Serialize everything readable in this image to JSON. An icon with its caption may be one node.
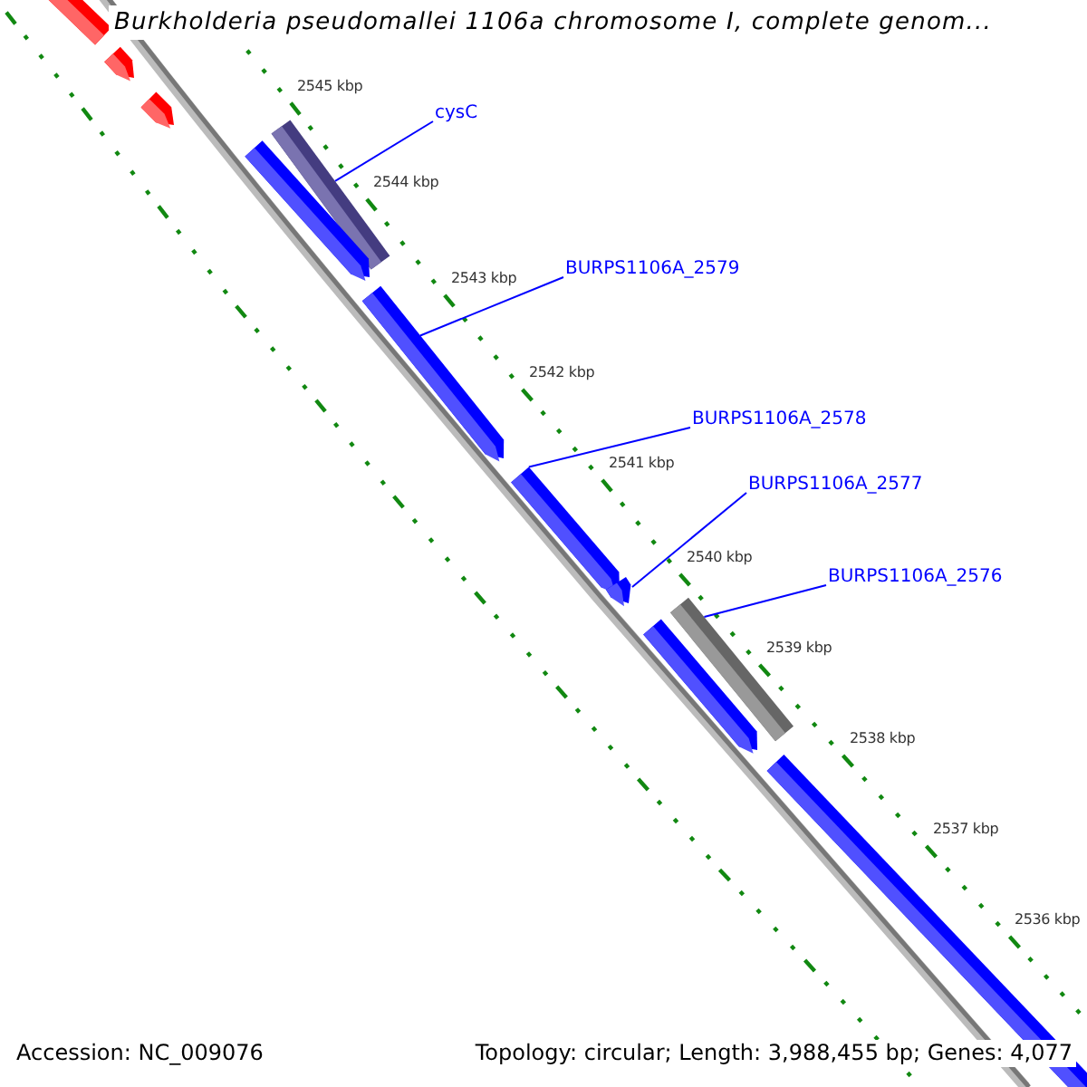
{
  "diagram": {
    "title": "Burkholderia pseudomallei 1106a chromosome I, complete genom...",
    "nodes": [
      {
        "text": [
          "cysC"
        ]
      },
      {
        "text": [
          "BURPS1106A_2579"
        ]
      },
      {
        "text": [
          "BURPS1106A_2578"
        ]
      },
      {
        "text": [
          "BURPS1106A_2577"
        ]
      },
      {
        "text": [
          "BURPS1106A_2576"
        ]
      },
      {
        "text": [],
        "shape": "bar"
      },
      {
        "text": [],
        "shape": "arrow"
      },
      {
        "text": [],
        "shape": "arrow"
      },
      {
        "text": [],
        "shape": "bar"
      },
      {
        "text": [],
        "shape": "arrow"
      },
      {
        "text": [],
        "shape": "arrow"
      },
      {
        "text": [],
        "shape": "arrow"
      },
      {
        "text": [],
        "shape": "arrow"
      },
      {
        "text": [],
        "shape": "bar"
      },
      {
        "text": [],
        "shape": "arrow"
      },
      {
        "text": [],
        "shape": "bar"
      }
    ],
    "edges": [
      {
        "from": 0,
        "to": 8,
        "arrow": "none"
      },
      {
        "from": 1,
        "to": 10,
        "arrow": "none"
      },
      {
        "from": 2,
        "to": 11,
        "arrow": "none"
      },
      {
        "from": 3,
        "to": 12,
        "arrow": "none"
      },
      {
        "from": 4,
        "to": 13,
        "arrow": "none"
      }
    ],
    "labels": [
      "2545 kbp",
      "2544 kbp",
      "2543 kbp",
      "2542 kbp",
      "2541 kbp",
      "2540 kbp",
      "2539 kbp",
      "2538 kbp",
      "2537 kbp",
      "2536 kbp",
      "Accession: NC_009076",
      "Topology: circular; Length: 3,988,455 bp; Genes: 4,077"
    ]
  }
}
